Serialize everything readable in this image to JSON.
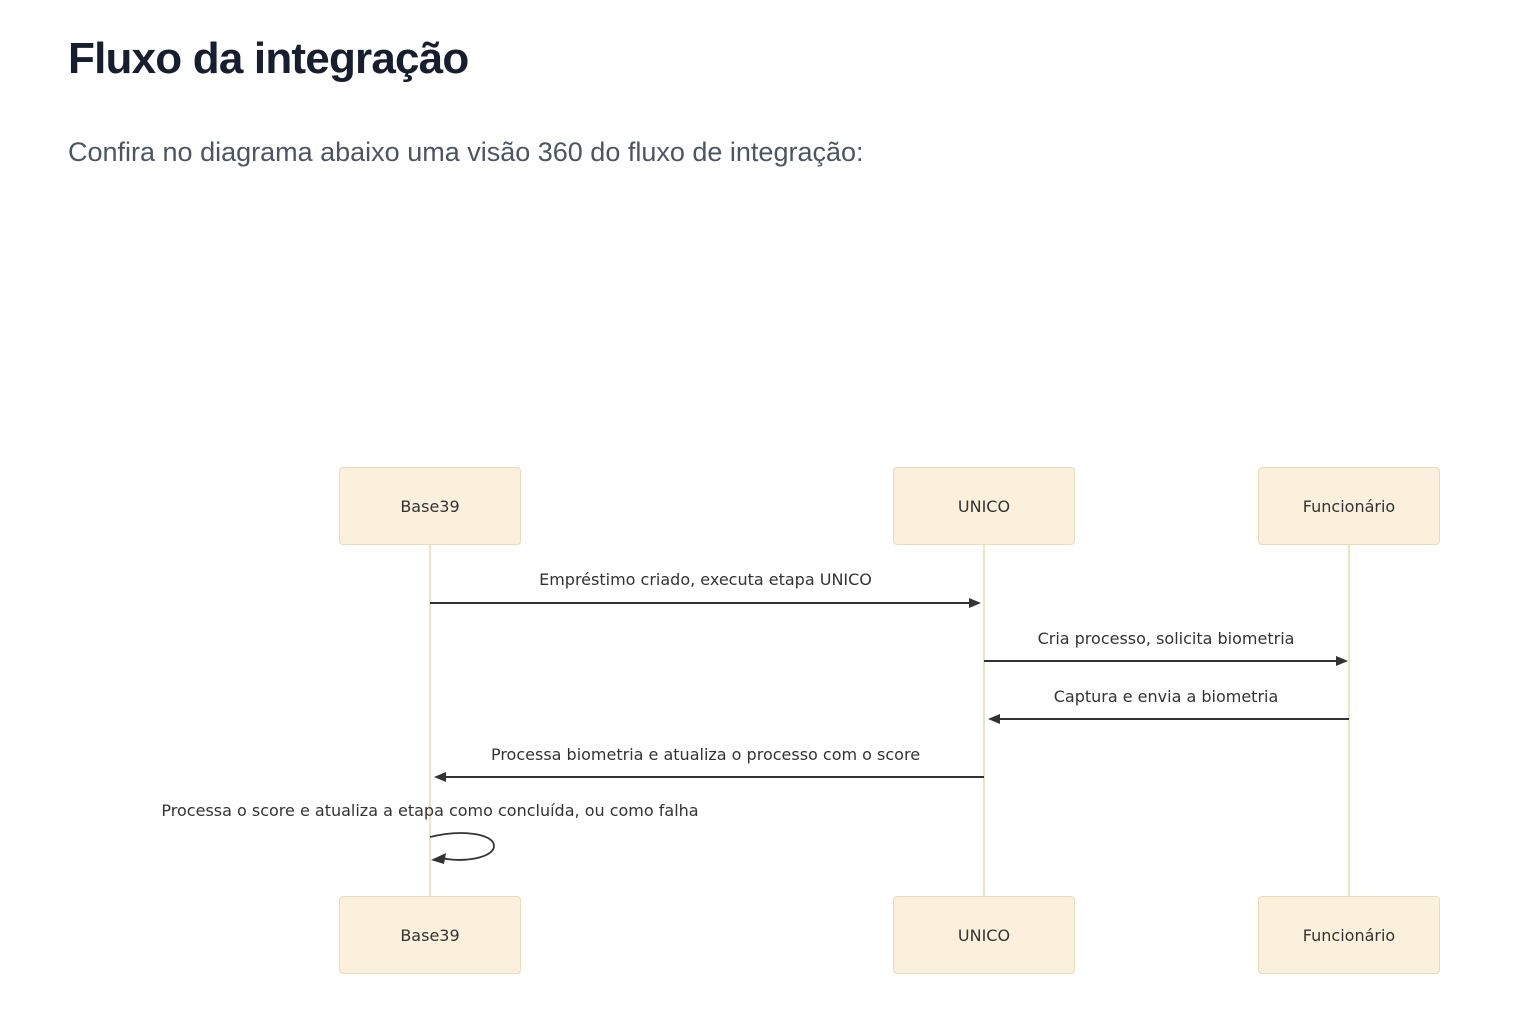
{
  "page": {
    "title": "Fluxo da integração",
    "subtitle": "Confira no diagrama abaixo uma visão 360 do fluxo de integração:"
  },
  "diagram": {
    "type": "sequence-diagram",
    "actors": [
      {
        "id": "base39",
        "label": "Base39"
      },
      {
        "id": "unico",
        "label": "UNICO"
      },
      {
        "id": "funcionario",
        "label": "Funcionário"
      }
    ],
    "messages": [
      {
        "from": "Base39",
        "to": "UNICO",
        "direction": "right",
        "label": "Empréstimo criado, executa etapa UNICO"
      },
      {
        "from": "UNICO",
        "to": "Funcionário",
        "direction": "right",
        "label": "Cria processo, solicita biometria"
      },
      {
        "from": "Funcionário",
        "to": "UNICO",
        "direction": "left",
        "label": "Captura e envia a biometria"
      },
      {
        "from": "UNICO",
        "to": "Base39",
        "direction": "left",
        "label": "Processa biometria e atualiza o processo com o score"
      },
      {
        "from": "Base39",
        "to": "Base39",
        "direction": "self",
        "label": "Processa o score e atualiza a etapa como concluída, ou como falha"
      }
    ],
    "colors": {
      "actor_fill": "#faf0dc",
      "actor_border": "#e8dcbc",
      "lifeline": "#f0e2c2",
      "arrow": "#333333",
      "text": "#333333",
      "title": "#171e2e",
      "subtitle": "#4c5562"
    }
  }
}
